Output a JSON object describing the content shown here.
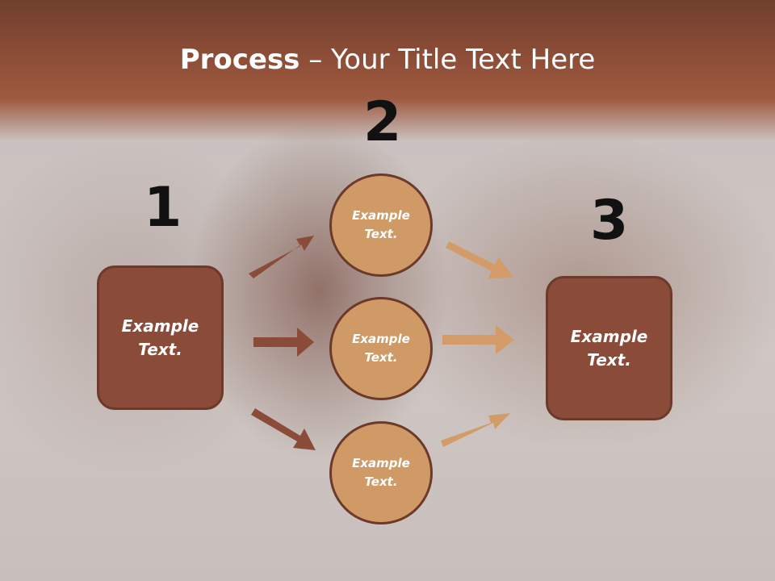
{
  "title": {
    "bold": "Process",
    "rest": " – Your Title Text Here"
  },
  "steps": [
    {
      "number": "1"
    },
    {
      "number": "2"
    },
    {
      "number": "3"
    }
  ],
  "left_box": {
    "line1": "Example",
    "line2": "Text."
  },
  "right_box": {
    "line1": "Example",
    "line2": "Text."
  },
  "circles": [
    {
      "line1": "Example",
      "line2": "Text."
    },
    {
      "line1": "Example",
      "line2": "Text."
    },
    {
      "line1": "Example",
      "line2": "Text."
    }
  ],
  "colors": {
    "box_fill": "#8a4b38",
    "circle_fill": "#d09a67",
    "dark_arrow": "#8a4b38",
    "light_arrow": "#d39b67"
  }
}
